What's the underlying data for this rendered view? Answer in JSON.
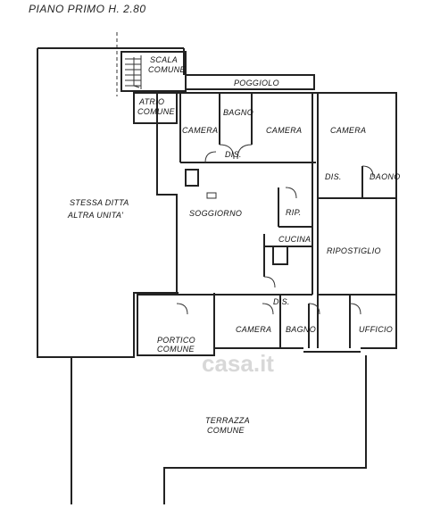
{
  "title": "PIANO PRIMO H. 2.80",
  "rooms": {
    "scala_comune_1": "SCALA",
    "scala_comune_2": "COMUNE",
    "atrio_1": "ATRIO",
    "atrio_2": "COMUNE",
    "poggiolo": "POGGIOLO",
    "bagno_top": "BAGNO",
    "camera_left": "CAMERA",
    "camera_mid": "CAMERA",
    "camera_right": "CAMERA",
    "dis_top": "DIS.",
    "dis_right": "DIS.",
    "daono": "DAONO",
    "stessa_1": "STESSA DITTA",
    "stessa_2": "ALTRA UNITA'",
    "soggiorno": "SOGGIORNO",
    "rip": "RIP.",
    "cucina": "CUCINA",
    "ripostiglio": "RIPOSTIGLIO",
    "dis_bottom": "DIS.",
    "portico_1": "PORTICO",
    "portico_2": "COMUNE",
    "camera_bottom": "CAMERA",
    "bagno_bottom": "BAGNO",
    "ufficio": "UFFICIO",
    "terrazza_1": "TERRAZZA",
    "terrazza_2": "COMUNE"
  },
  "watermark": "casa.it"
}
